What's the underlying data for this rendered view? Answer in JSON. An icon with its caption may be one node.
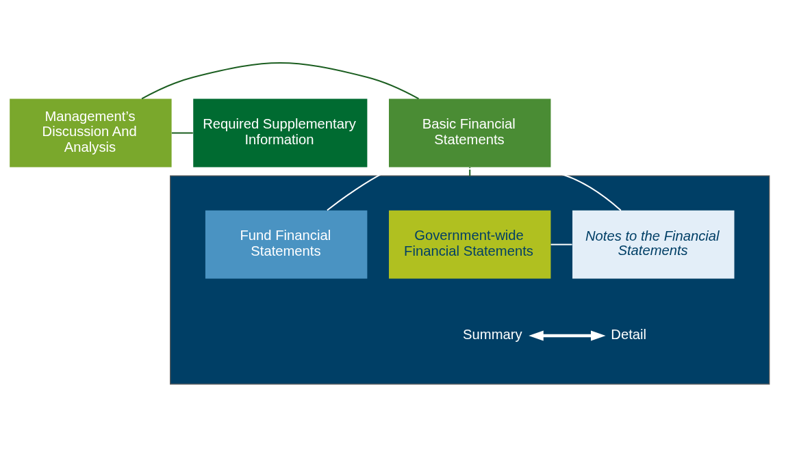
{
  "diagram": {
    "nodes": [
      {
        "text": [
          "Management’s Discussion And Analysis"
        ]
      },
      {
        "text": [
          "Basic Financial Statements"
        ]
      },
      {
        "text": [
          "Required Supplementary Information"
        ]
      },
      {
        "text": [],
        "shape": "box"
      },
      {
        "text": [
          "Government-wide Financial Statements"
        ],
        "in": 3
      },
      {
        "text": [
          "Fund Financial Statements"
        ],
        "in": 3
      },
      {
        "text": [
          "Notes to the Financial Statements"
        ],
        "in": 3
      },
      {
        "text": [
          "Summary"
        ],
        "in": 3
      },
      {
        "text": [
          "Detail"
        ],
        "in": 3
      }
    ],
    "edges": [
      {
        "from": 0,
        "to": 1,
        "arrow": "none"
      },
      {
        "from": 0,
        "to": 2,
        "arrow": "none"
      },
      {
        "from": 1,
        "to": 3,
        "arrow": "none"
      },
      {
        "from": 4,
        "to": 6,
        "arrow": "none",
        "color": "#ffffff"
      },
      {
        "from": 5,
        "to": 6,
        "arrow": "none",
        "color": "#ffffff"
      },
      {
        "from": 7,
        "to": 8,
        "arrow": "both",
        "style": "thick",
        "color": "#ffffff"
      }
    ]
  }
}
